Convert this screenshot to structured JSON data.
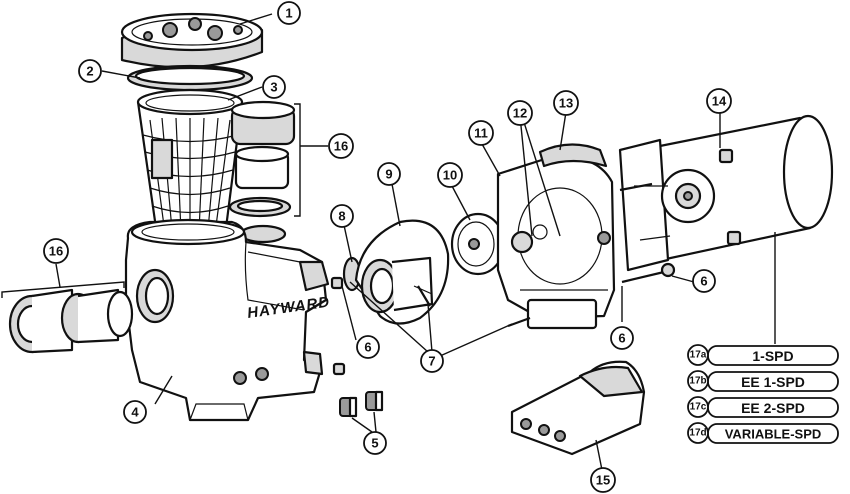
{
  "brand": "HAYWARD",
  "callouts": [
    {
      "label": "1"
    },
    {
      "label": "2"
    },
    {
      "label": "3"
    },
    {
      "label": "16"
    },
    {
      "label": "16"
    },
    {
      "label": "4"
    },
    {
      "label": "5"
    },
    {
      "label": "6"
    },
    {
      "label": "7"
    },
    {
      "label": "8"
    },
    {
      "label": "9"
    },
    {
      "label": "10"
    },
    {
      "label": "11"
    },
    {
      "label": "12"
    },
    {
      "label": "13"
    },
    {
      "label": "14"
    },
    {
      "label": "6"
    },
    {
      "label": "6"
    },
    {
      "label": "15"
    }
  ],
  "motor_options": [
    {
      "code": "17a",
      "name": "1-SPD"
    },
    {
      "code": "17b",
      "name": "EE 1-SPD"
    },
    {
      "code": "17c",
      "name": "EE 2-SPD"
    },
    {
      "code": "17d",
      "name": "VARIABLE-SPD"
    }
  ]
}
